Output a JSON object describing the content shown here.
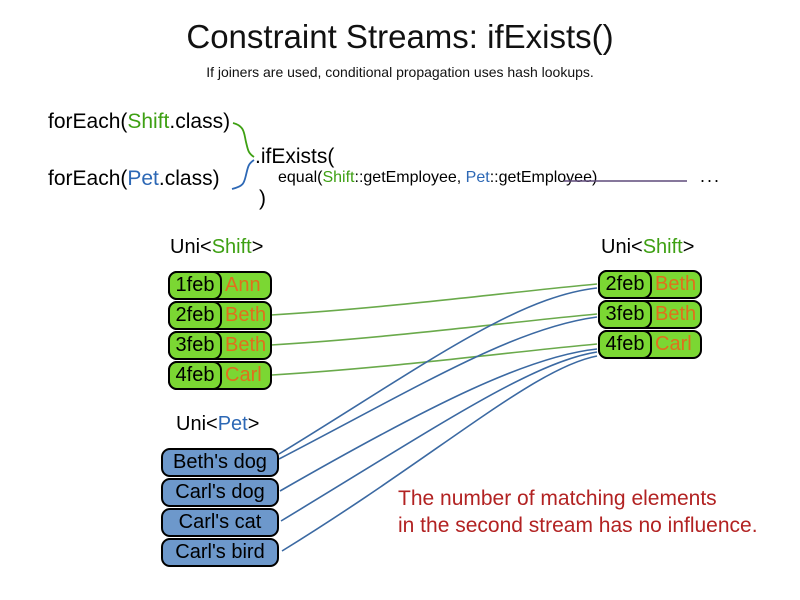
{
  "title": "Constraint Streams: ifExists()",
  "subtitle": "If joiners are used, conditional propagation uses hash lookups.",
  "code": {
    "foreach_shift_prefix": "forEach(",
    "foreach_shift_class": "Shift",
    "foreach_shift_suffix": ".class)",
    "foreach_pet_prefix": "forEach(",
    "foreach_pet_class": "Pet",
    "foreach_pet_suffix": ".class)",
    "if_exists": ".ifExists(",
    "equal_prefix": "equal(",
    "equal_shift": "Shift",
    "equal_mid": "::getEmployee, ",
    "equal_pet": "Pet",
    "equal_suffix": "::getEmployee)",
    "close_paren": ")",
    "ellipsis": "..."
  },
  "left_shift_table": {
    "label_prefix": "Uni<",
    "label_type": "Shift",
    "label_suffix": ">",
    "rows": [
      {
        "date": "1feb",
        "employee": "Ann"
      },
      {
        "date": "2feb",
        "employee": "Beth"
      },
      {
        "date": "3feb",
        "employee": "Beth"
      },
      {
        "date": "4feb",
        "employee": "Carl"
      }
    ]
  },
  "right_shift_table": {
    "label_prefix": "Uni<",
    "label_type": "Shift",
    "label_suffix": ">",
    "rows": [
      {
        "date": "2feb",
        "employee": "Beth"
      },
      {
        "date": "3feb",
        "employee": "Beth"
      },
      {
        "date": "4feb",
        "employee": "Carl"
      }
    ]
  },
  "pet_table": {
    "label_prefix": "Uni<",
    "label_type": "Pet",
    "label_suffix": ">",
    "rows": [
      {
        "name": "Beth's dog"
      },
      {
        "name": "Carl's dog"
      },
      {
        "name": "Carl's cat"
      },
      {
        "name": "Carl's bird"
      }
    ]
  },
  "note": {
    "line1": "The number of matching elements",
    "line2": "in the second stream has no influence."
  },
  "connections": {
    "green_shift_to_shift": [
      {
        "from": "left 2feb Beth",
        "to": "right 2feb Beth"
      },
      {
        "from": "left 3feb Beth",
        "to": "right 3feb Beth"
      },
      {
        "from": "left 4feb Carl",
        "to": "right 4feb Carl"
      }
    ],
    "blue_pet_to_shift": [
      {
        "from": "Beth's dog",
        "to": "right 2feb Beth"
      },
      {
        "from": "Beth's dog",
        "to": "right 3feb Beth"
      },
      {
        "from": "Carl's dog",
        "to": "right 4feb Carl"
      },
      {
        "from": "Carl's cat",
        "to": "right 4feb Carl"
      },
      {
        "from": "Carl's bird",
        "to": "right 4feb Carl"
      }
    ]
  },
  "colors": {
    "shift_box_fill": "#7bd733",
    "pet_box_fill": "#6d98cb",
    "employee_text": "#e0701c",
    "shift_class_text": "#3ea013",
    "pet_class_text": "#2d68b5",
    "green_line": "#6aaa4b",
    "blue_line": "#3b69a2",
    "purple_line": "#5f4a7a",
    "note_text": "#b22222",
    "box_border": "#000000"
  }
}
